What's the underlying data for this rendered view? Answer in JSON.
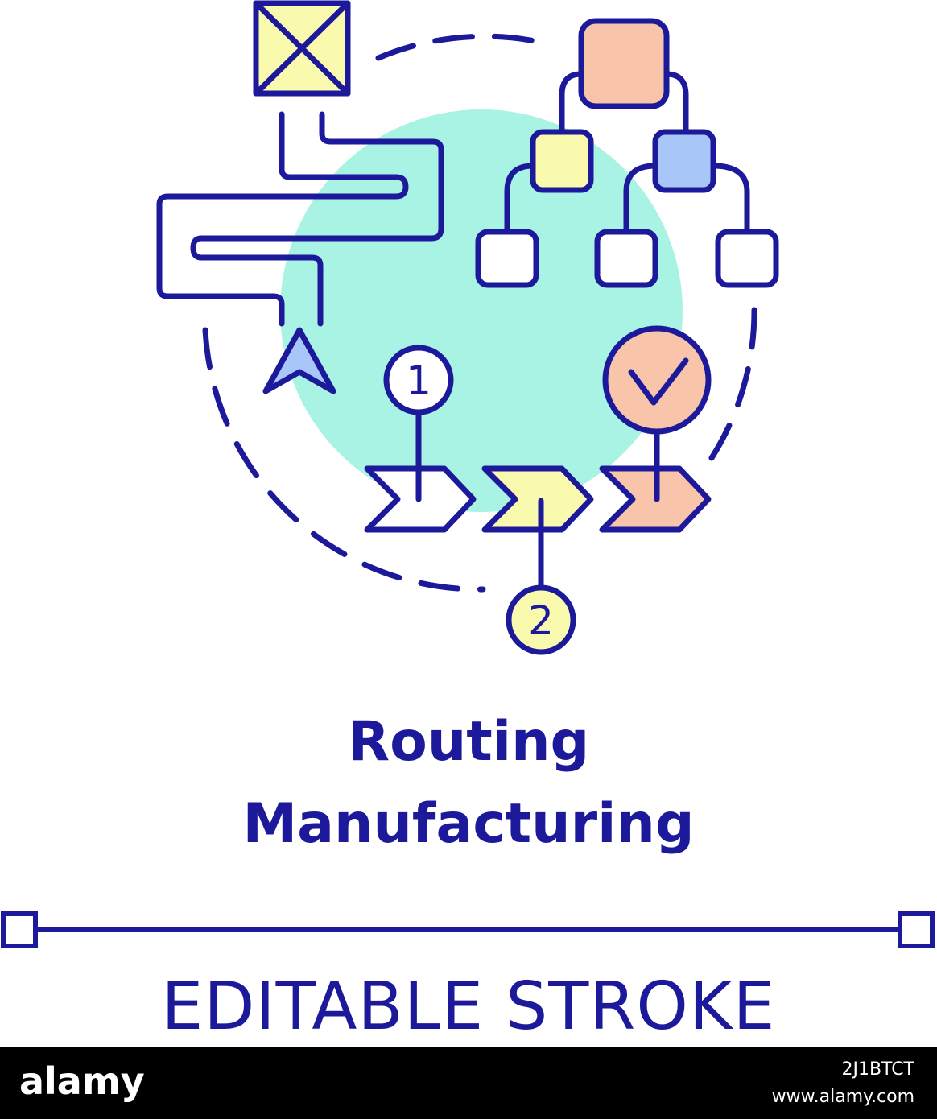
{
  "title": {
    "line1": "Routing",
    "line2": "Manufacturing"
  },
  "stroke_label": "EDITABLE STROKE",
  "steps": {
    "step1_number": "1",
    "step2_number": "2"
  },
  "footer": {
    "brand": "alamy",
    "image_id": "2J1BTCT",
    "url": "www.alamy.com"
  },
  "colors": {
    "stroke": "#1c1a9a",
    "mint": "#a9f3e4",
    "yellow": "#fafaae",
    "peach": "#f8c5ab",
    "blue": "#a9c6f8",
    "white": "#ffffff",
    "footer": "#000000"
  },
  "icons": [
    "crossed-box-icon",
    "winding-path-icon",
    "navigation-arrow-icon",
    "hierarchy-tree-icon",
    "step-one-pin-icon",
    "step-two-pin-icon",
    "check-pin-icon",
    "chevron-steps-icon"
  ]
}
